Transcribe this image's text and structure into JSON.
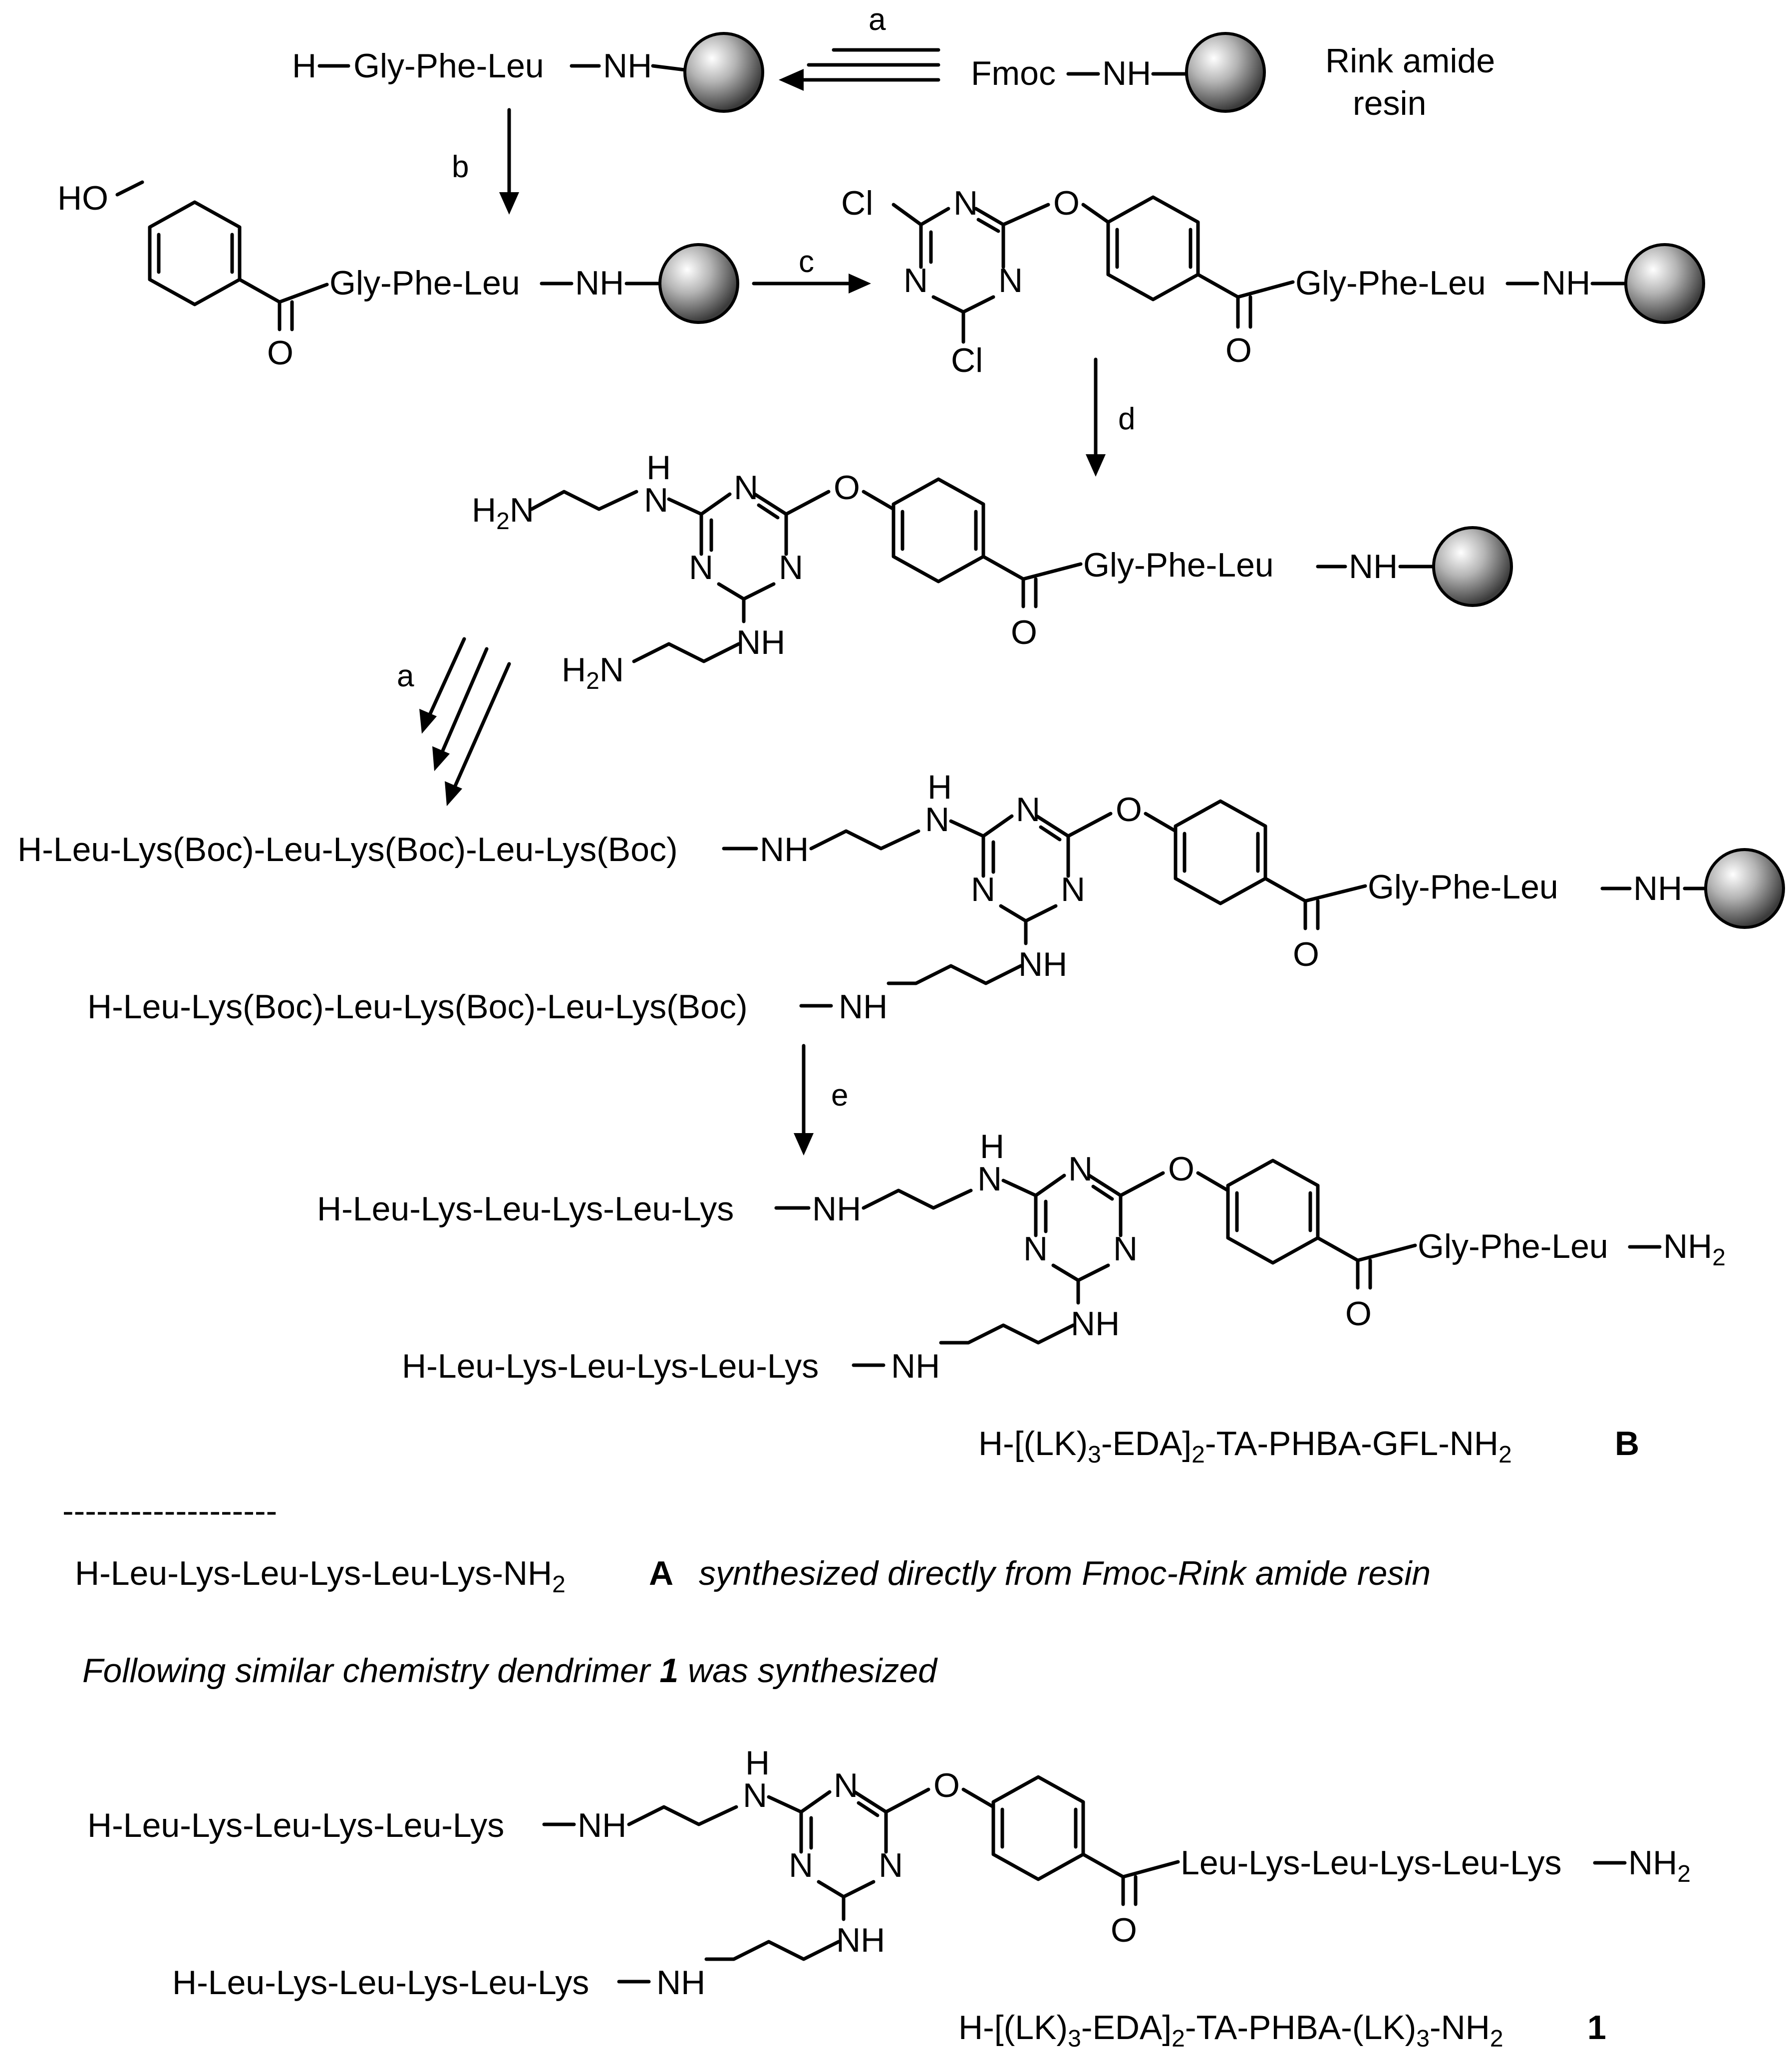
{
  "steps": {
    "a": "a",
    "b": "b",
    "c": "c",
    "d": "d",
    "e": "e"
  },
  "atoms": {
    "H": "H",
    "NH": "NH",
    "N": "N",
    "O": "O",
    "Cl": "Cl",
    "HO": "HO",
    "H2N": "H",
    "H2N_tail": "N",
    "NH2": "NH",
    "sub2": "2",
    "sub3": "3",
    "Fmoc": "Fmoc"
  },
  "peptides": {
    "gfl_dash": "Gly-Phe-Leu",
    "boc_chain": "H-Leu-Lys(Boc)-Leu-Lys(Boc)-Leu-Lys(Boc)",
    "lk_chain": "H-Leu-Lys-Leu-Lys-Leu-Lys",
    "lk_inner": "Leu-Lys-Leu-Lys-Leu-Lys"
  },
  "resin": {
    "line1": "Rink amide",
    "line2": "resin"
  },
  "compound_B": {
    "p1": "H-[(LK)",
    "p2": "-EDA]",
    "p3": "-TA-PHBA-GFL-NH",
    "id": "B"
  },
  "compound_1": {
    "p1": "H-[(LK)",
    "p2": "-EDA]",
    "p3": "-TA-PHBA-(LK)",
    "p4": "-NH",
    "id": "1"
  },
  "separator": "-------------------",
  "compound_A": {
    "formula": "H-Leu-Lys-Leu-Lys-Leu-Lys-NH",
    "id": "A",
    "note": "synthesized directly from Fmoc-Rink amide resin"
  },
  "footnote": {
    "pre": "Following similar chemistry dendrimer ",
    "num": "1",
    "post": " was synthesized"
  }
}
